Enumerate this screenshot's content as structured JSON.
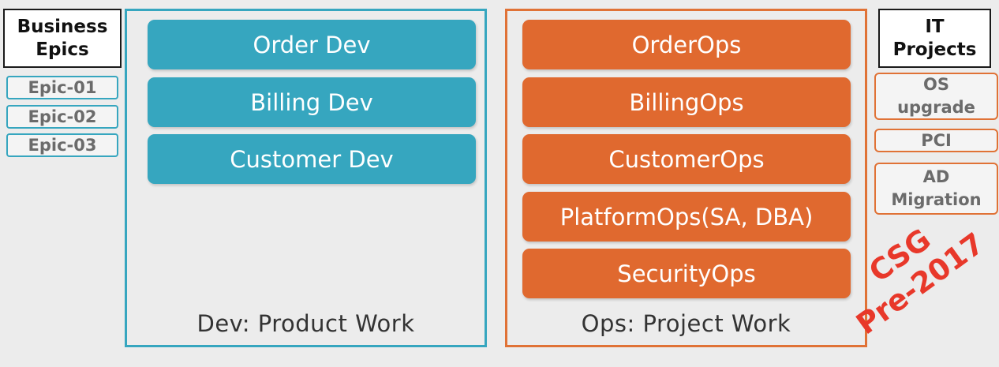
{
  "business_epics": {
    "title": "Business\nEpics",
    "items": [
      "Epic-01",
      "Epic-02",
      "Epic-03"
    ]
  },
  "dev_panel": {
    "label": "Dev: Product Work",
    "bars": [
      "Order Dev",
      "Billing Dev",
      "Customer Dev"
    ],
    "color": "#36a6bf"
  },
  "ops_panel": {
    "label": "Ops: Project Work",
    "bars": [
      "OrderOps",
      "BillingOps",
      "CustomerOps",
      "PlatformOps(SA, DBA)",
      "SecurityOps"
    ],
    "color": "#e0692f"
  },
  "it_projects": {
    "title": "IT\nProjects",
    "items": [
      "OS\nupgrade",
      "PCI",
      "AD\nMigration"
    ]
  },
  "stamp": {
    "line1": "CSG",
    "line2": "Pre-2017",
    "color": "#e8382a"
  }
}
